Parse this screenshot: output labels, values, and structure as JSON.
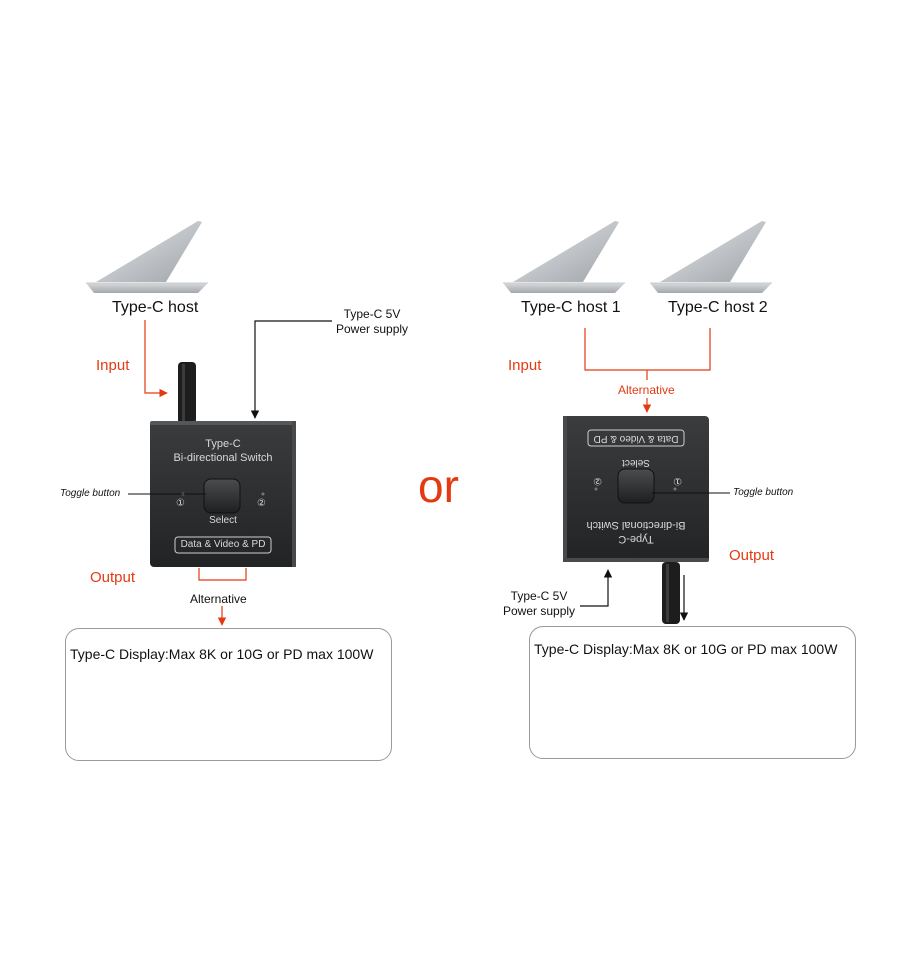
{
  "colors": {
    "accent": "#e33a12",
    "line": "#111111",
    "device": "#2f3133"
  },
  "separator": "or",
  "left": {
    "host_label": "Type-C host",
    "input_label": "Input",
    "power_label_line1": "Type-C 5V",
    "power_label_line2": "Power supply",
    "device_title_line1": "Type-C",
    "device_title_line2": "Bi-directional Switch",
    "port1": "①",
    "port2": "②",
    "select_label": "Select",
    "badge": "Data & Video & PD",
    "toggle_label": "Toggle button",
    "output_label": "Output",
    "alternative_label": "Alternative",
    "display_label": "Type-C Display:Max 8K or 10G or PD max 100W"
  },
  "right": {
    "host1_label": "Type-C host 1",
    "host2_label": "Type-C host 2",
    "input_label": "Input",
    "alternative_label": "Alternative",
    "device_title_line1": "Type-C",
    "device_title_line2": "Bi-directional Switch",
    "port1": "①",
    "port2": "②",
    "select_label": "Select",
    "badge": "Data & Video & PD",
    "toggle_label": "Toggle button",
    "output_label": "Output",
    "power_label_line1": "Type-C 5V",
    "power_label_line2": "Power supply",
    "display_label": "Type-C Display:Max 8K or 10G or PD max 100W"
  }
}
